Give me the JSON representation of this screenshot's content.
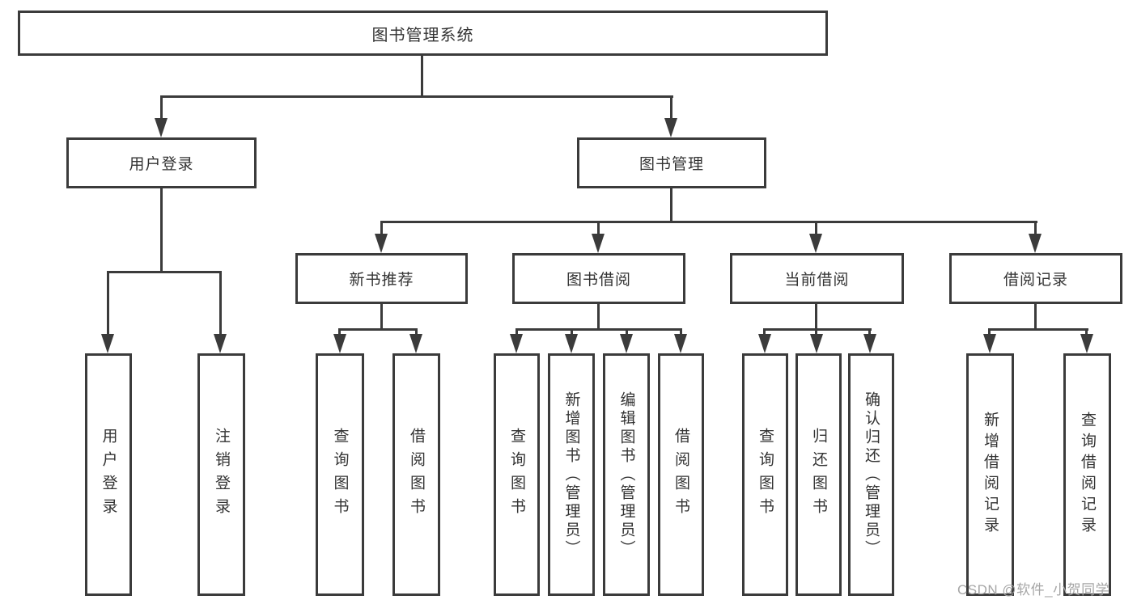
{
  "diagram": {
    "title": "图书管理系统",
    "root": {
      "label": "图书管理系统"
    },
    "level2": [
      {
        "label": "用户登录"
      },
      {
        "label": "图书管理"
      }
    ],
    "level3": [
      {
        "label": "新书推荐"
      },
      {
        "label": "图书借阅"
      },
      {
        "label": "当前借阅"
      },
      {
        "label": "借阅记录"
      }
    ],
    "leaves": [
      {
        "label": "用户登录"
      },
      {
        "label": "注销登录"
      },
      {
        "label": "查询图书"
      },
      {
        "label": "借阅图书"
      },
      {
        "label": "查询图书"
      },
      {
        "label": "新增图书（管理员）"
      },
      {
        "label": "编辑图书（管理员）"
      },
      {
        "label": "借阅图书"
      },
      {
        "label": "查询图书"
      },
      {
        "label": "归还图书"
      },
      {
        "label": "确认归还（管理员）"
      },
      {
        "label": "新增借阅记录"
      },
      {
        "label": "查询借阅记录"
      }
    ],
    "watermark": "CSDN @软件_小贺同学",
    "colors": {
      "line": "#3b3b3b",
      "text": "#333333",
      "watermark": "#a6a6a6"
    }
  }
}
